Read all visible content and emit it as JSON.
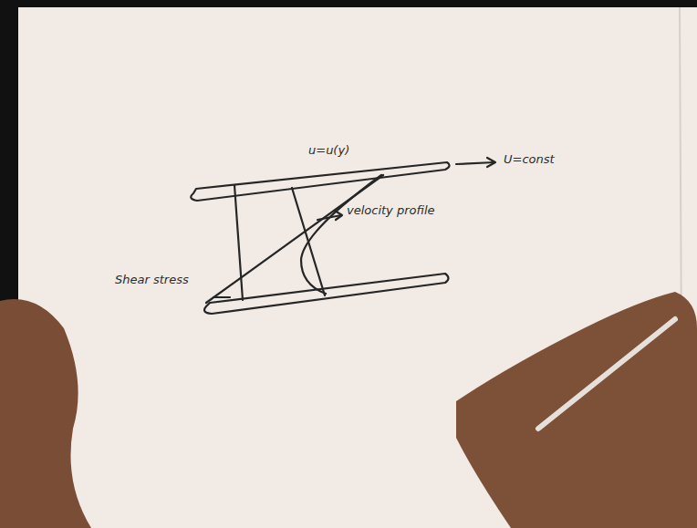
{
  "diagram": {
    "labels": [
      "u=u(y)",
      "U=const",
      "velocity profile",
      "Shear stress"
    ]
  }
}
